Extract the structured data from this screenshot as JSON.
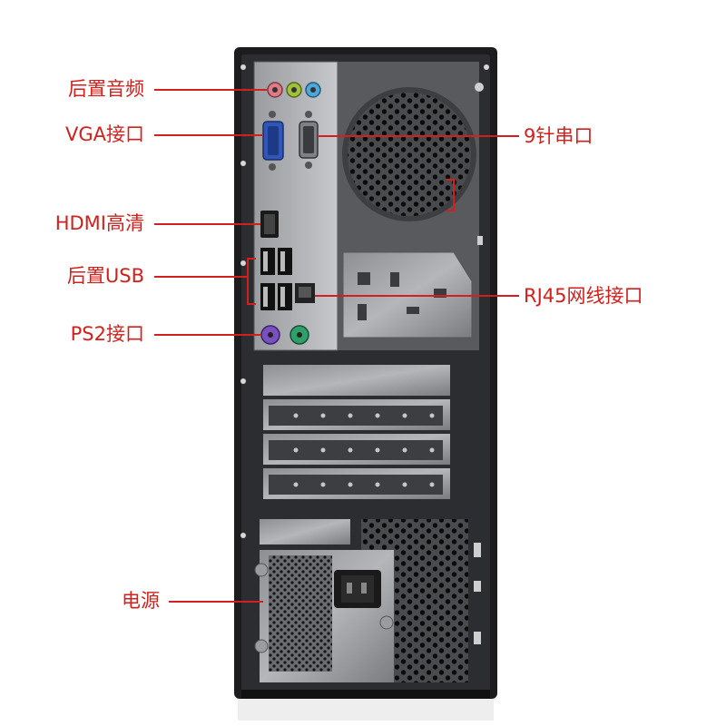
{
  "callouts": {
    "rear_audio": "后置音频",
    "vga_port": "VGA接口",
    "hdmi": "HDMI高清",
    "rear_usb": "后置USB",
    "ps2_port": "PS2接口",
    "power_supply": "电源",
    "serial_9pin": "9针串口",
    "rj45_port": "RJ45网线接口"
  },
  "colors": {
    "callout": "#d2201c",
    "chassis_frame": "#1a1a1a",
    "chassis_panel": "#3c3d40",
    "audio_pink": "#e07a86",
    "audio_green": "#9fc23a",
    "audio_blue": "#4fa6d8",
    "vga_blue": "#2f56b8",
    "ps2_purple": "#7a4fc0",
    "ps2_green": "#2fa06a"
  }
}
